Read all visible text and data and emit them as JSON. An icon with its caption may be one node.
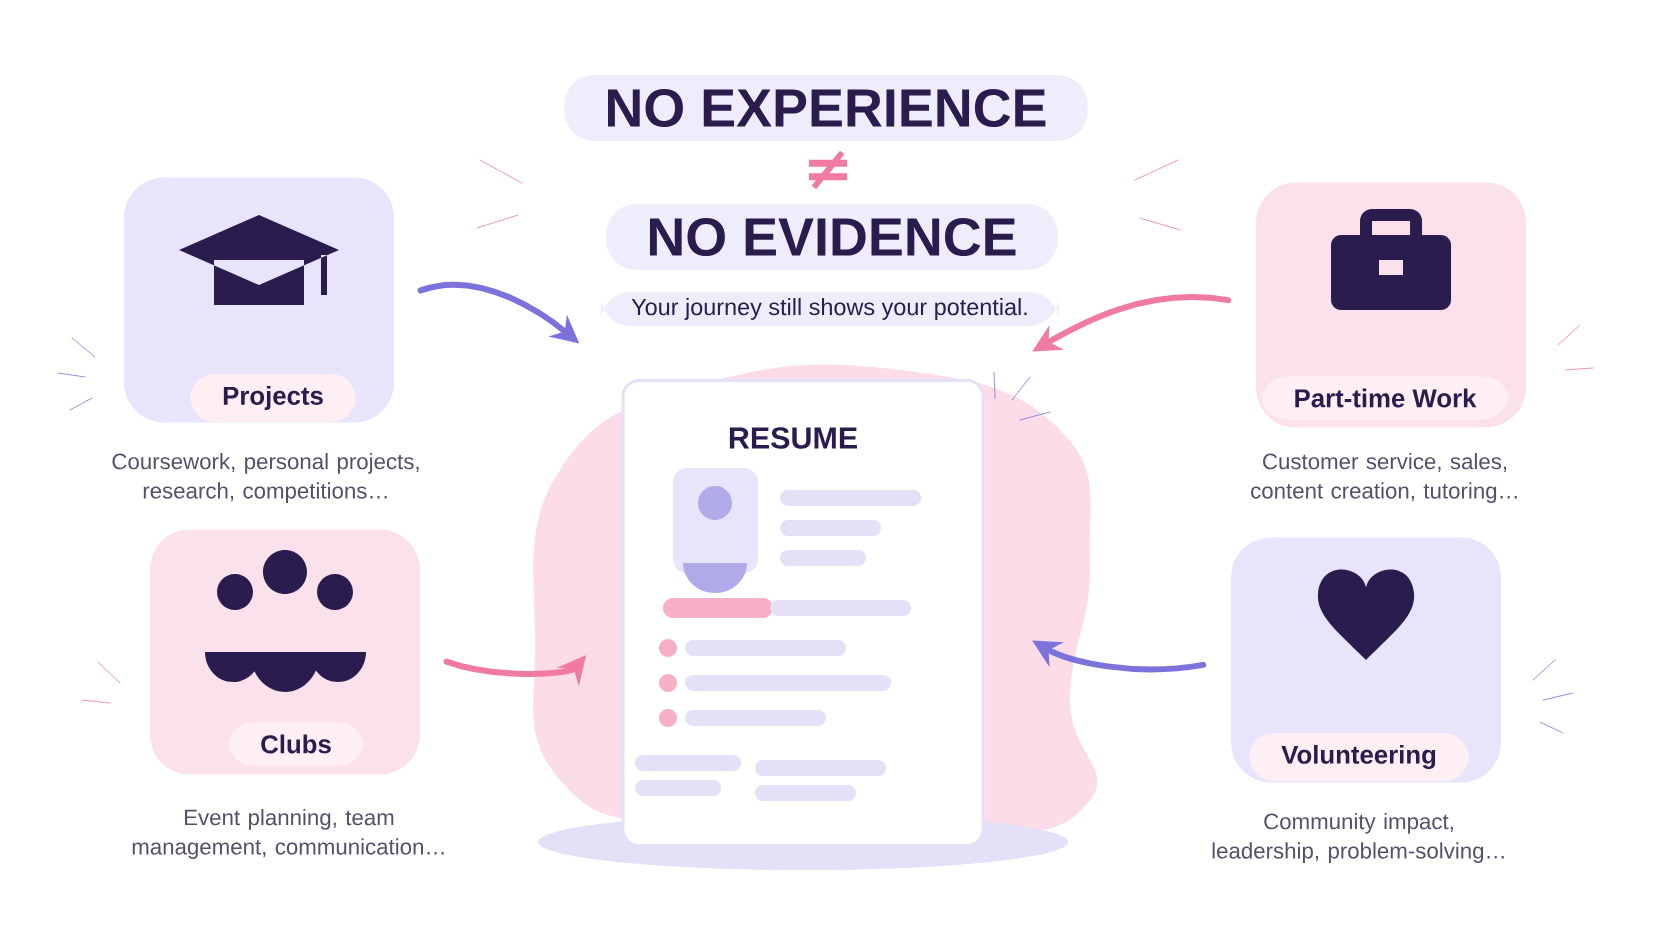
{
  "diagram": {
    "nodes": [
      {
        "text": [
          "Projects"
        ],
        "beside": [
          "Coursework, personal projects, research, competitions…"
        ]
      },
      {
        "text": [
          "Clubs"
        ],
        "beside": [
          "Event planning, team management, communication…"
        ]
      },
      {
        "text": [
          "Part-time Work"
        ],
        "beside": [
          "Customer service, sales, content creation, tutoring…"
        ]
      },
      {
        "text": [
          "Volunteering"
        ],
        "beside": [
          "Community impact, leadership, problem-solving…"
        ]
      },
      {
        "text": [
          "RESUME"
        ]
      }
    ],
    "edges": [
      {
        "from": 0,
        "to": 4,
        "arrow": "to",
        "color": "#7b72dc"
      },
      {
        "from": 1,
        "to": 4,
        "arrow": "to",
        "color": "#f07aa0"
      },
      {
        "from": 2,
        "to": 4,
        "arrow": "to",
        "color": "#f07aa0"
      },
      {
        "from": 3,
        "to": 4,
        "arrow": "to",
        "color": "#7b72dc"
      }
    ],
    "labels": [
      "NO EXPERIENCE",
      "≠",
      "NO EVIDENCE",
      "Your journey still shows your potential."
    ]
  }
}
